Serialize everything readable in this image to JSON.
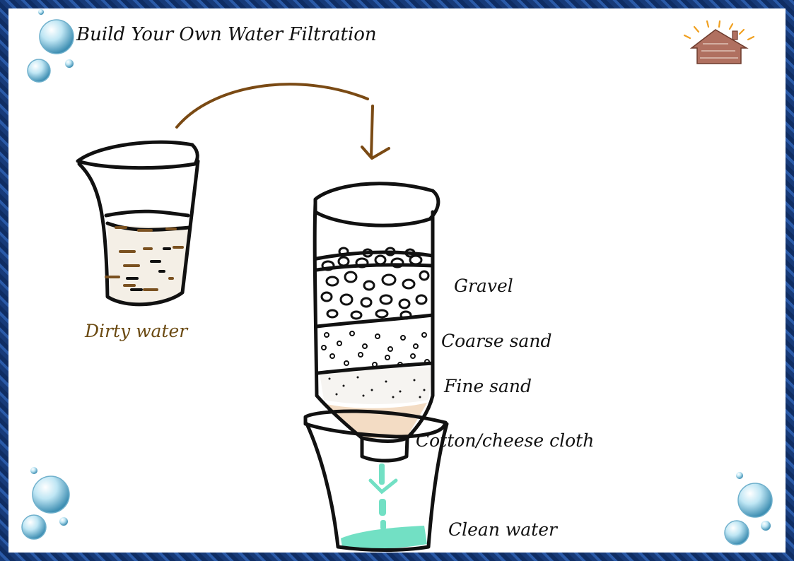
{
  "title": "Build Your Own Water Filtration",
  "labels": {
    "dirty_water": "Dirty water",
    "gravel": "Gravel",
    "coarse_sand": "Coarse sand",
    "fine_sand": "Fine sand",
    "cotton": "Cotton/cheese cloth",
    "clean_water": "Clean water"
  },
  "colors": {
    "outline": "#111111",
    "dirty_text": "#6b4a12",
    "dirt_specks": "#7a5120",
    "arrow": "#7a4a14",
    "cotton_fill": "#f3dcc4",
    "clean_water": "#72e0c4",
    "frame": "#1d3f7a"
  },
  "icons": {
    "logo": "house-logo-icon",
    "bubbles": "water-bubbles-icon"
  }
}
